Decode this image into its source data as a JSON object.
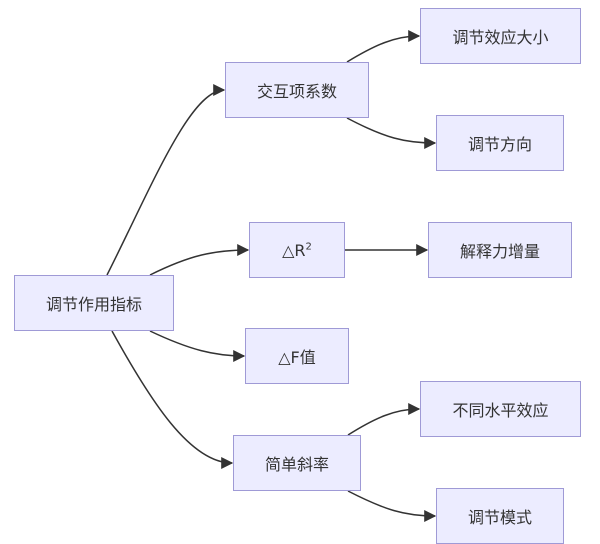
{
  "diagram": {
    "type": "flowchart",
    "direction": "left-to-right",
    "colors": {
      "node_fill": "#ececff",
      "node_border": "#9f9ad6",
      "edge": "#333333",
      "text": "#333333"
    },
    "nodes": {
      "root": "调节作用指标",
      "interaction_coef": "交互项系数",
      "effect_size": "调节效应大小",
      "direction": "调节方向",
      "delta_r2_prefix": "△R",
      "delta_r2_sup": "2",
      "explained_increment": "解释力增量",
      "delta_f": "△F值",
      "simple_slope": "简单斜率",
      "level_effects": "不同水平效应",
      "moderation_pattern": "调节模式"
    },
    "edges": [
      {
        "from": "root",
        "to": "interaction_coef"
      },
      {
        "from": "root",
        "to": "delta_r2"
      },
      {
        "from": "root",
        "to": "delta_f"
      },
      {
        "from": "root",
        "to": "simple_slope"
      },
      {
        "from": "interaction_coef",
        "to": "effect_size"
      },
      {
        "from": "interaction_coef",
        "to": "direction"
      },
      {
        "from": "delta_r2",
        "to": "explained_increment"
      },
      {
        "from": "simple_slope",
        "to": "level_effects"
      },
      {
        "from": "simple_slope",
        "to": "moderation_pattern"
      }
    ]
  }
}
